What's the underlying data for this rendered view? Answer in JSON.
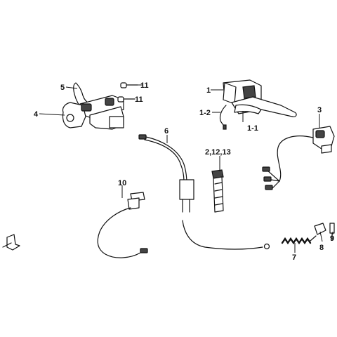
{
  "callouts": {
    "c5": "5",
    "c4": "4",
    "c11a": "11",
    "c11b": "11",
    "c1": "1",
    "c1_2": "1-2",
    "c1_1": "1-1",
    "c3": "3",
    "c6": "6",
    "c2_12_13": "2,12,13",
    "c10": "10",
    "c7": "7",
    "c8": "8",
    "c9": "9"
  }
}
